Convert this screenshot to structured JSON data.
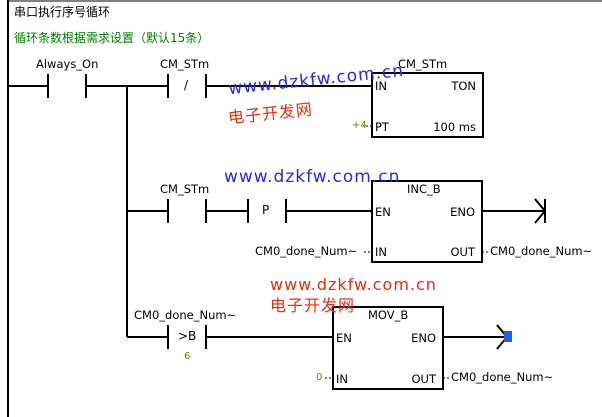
{
  "network": {
    "title": "串口执行序号循环",
    "comment": "循环条数根据需求设置（默认15条）"
  },
  "contacts": {
    "always_on": "Always_On",
    "cm_stm_nc": "CM_STm",
    "cm_stm_no": "CM_STm",
    "p_symbol": "P",
    "cm0_compare": "CM0_done_Num~",
    "compare_op": ">B",
    "compare_value": "6",
    "nc_symbol": "/"
  },
  "ton_block": {
    "name": "CM_STm",
    "type": "TON",
    "in_pin": "IN",
    "pt_pin": "PT",
    "pt_value": "+4",
    "resolution": "100 ms"
  },
  "inc_block": {
    "type": "INC_B",
    "en_pin": "EN",
    "eno_pin": "ENO",
    "in_pin": "IN",
    "out_pin": "OUT",
    "in_value": "CM0_done_Num~",
    "out_value": "CM0_done_Num~"
  },
  "mov_block": {
    "type": "MOV_B",
    "en_pin": "EN",
    "eno_pin": "ENO",
    "in_pin": "IN",
    "out_pin": "OUT",
    "in_value": "0",
    "out_value": "CM0_done_Num~"
  },
  "watermarks": {
    "url_1": "www.dzkfw.com.cn",
    "cn_1": "电子开发网",
    "url_2": "www.dzkfw.com.cn",
    "url_3": "www.dzkfw.com.cn",
    "cn_2": "电子开发网"
  },
  "colors": {
    "comment": "#008000",
    "constant": "#8a7a00",
    "watermark_url": "#2a2ad0",
    "watermark_cn": "#e03010",
    "selected_output": "#2060e0"
  }
}
